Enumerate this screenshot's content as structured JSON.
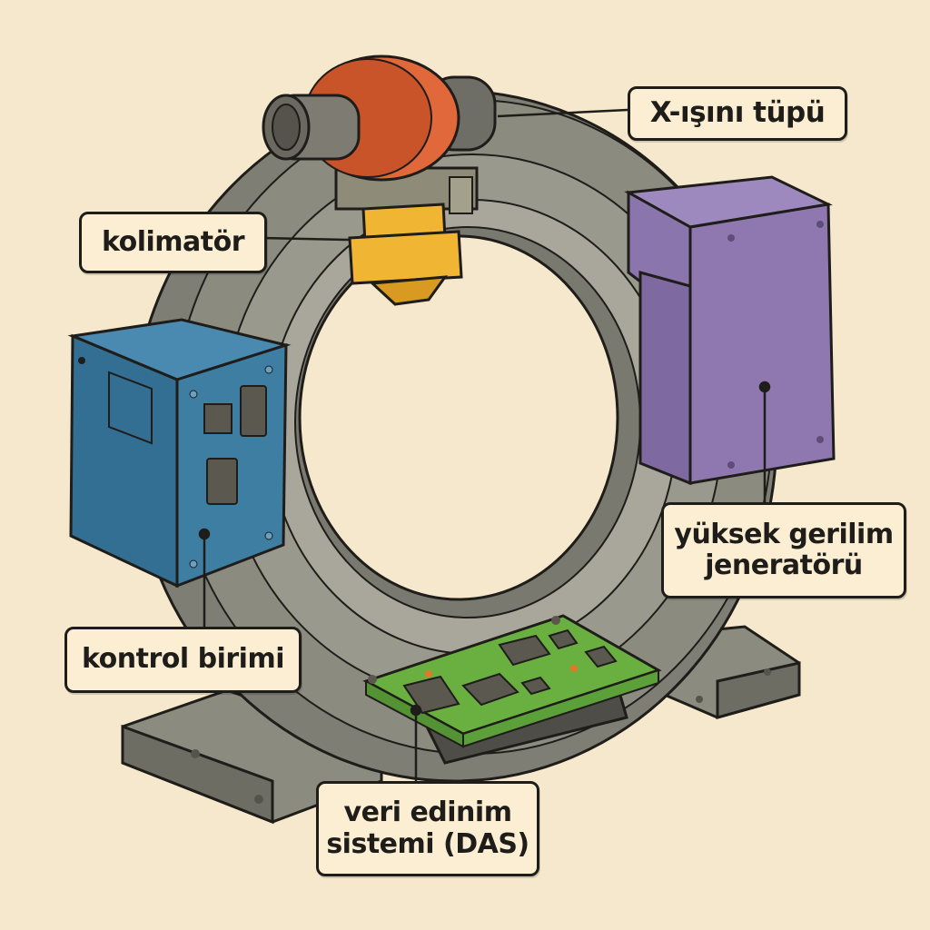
{
  "diagram": {
    "subject": "CT scanner gantry components",
    "background_color": "#f6e8cc",
    "labels": [
      {
        "id": "xray-tube",
        "text": "X-ışını tüpü",
        "component_color": "#e0683a"
      },
      {
        "id": "collimator",
        "text": "kolimatör",
        "component_color": "#efb533"
      },
      {
        "id": "hv-generator",
        "line1": "yüksek gerilim",
        "line2": "jeneratörü",
        "component_color": "#8f78b0"
      },
      {
        "id": "control-unit",
        "text": "kontrol birimi",
        "component_color": "#3f7ea3"
      },
      {
        "id": "das",
        "line1": "veri edinim",
        "line2": "sistemi (DAS)",
        "component_color": "#6ab040"
      }
    ],
    "colors": {
      "gantry": "#8c8b80",
      "gantry_dark": "#6e6d64",
      "gantry_light": "#a9a79b",
      "outline": "#1f1d1a",
      "label_bg": "#fbeed3"
    }
  }
}
